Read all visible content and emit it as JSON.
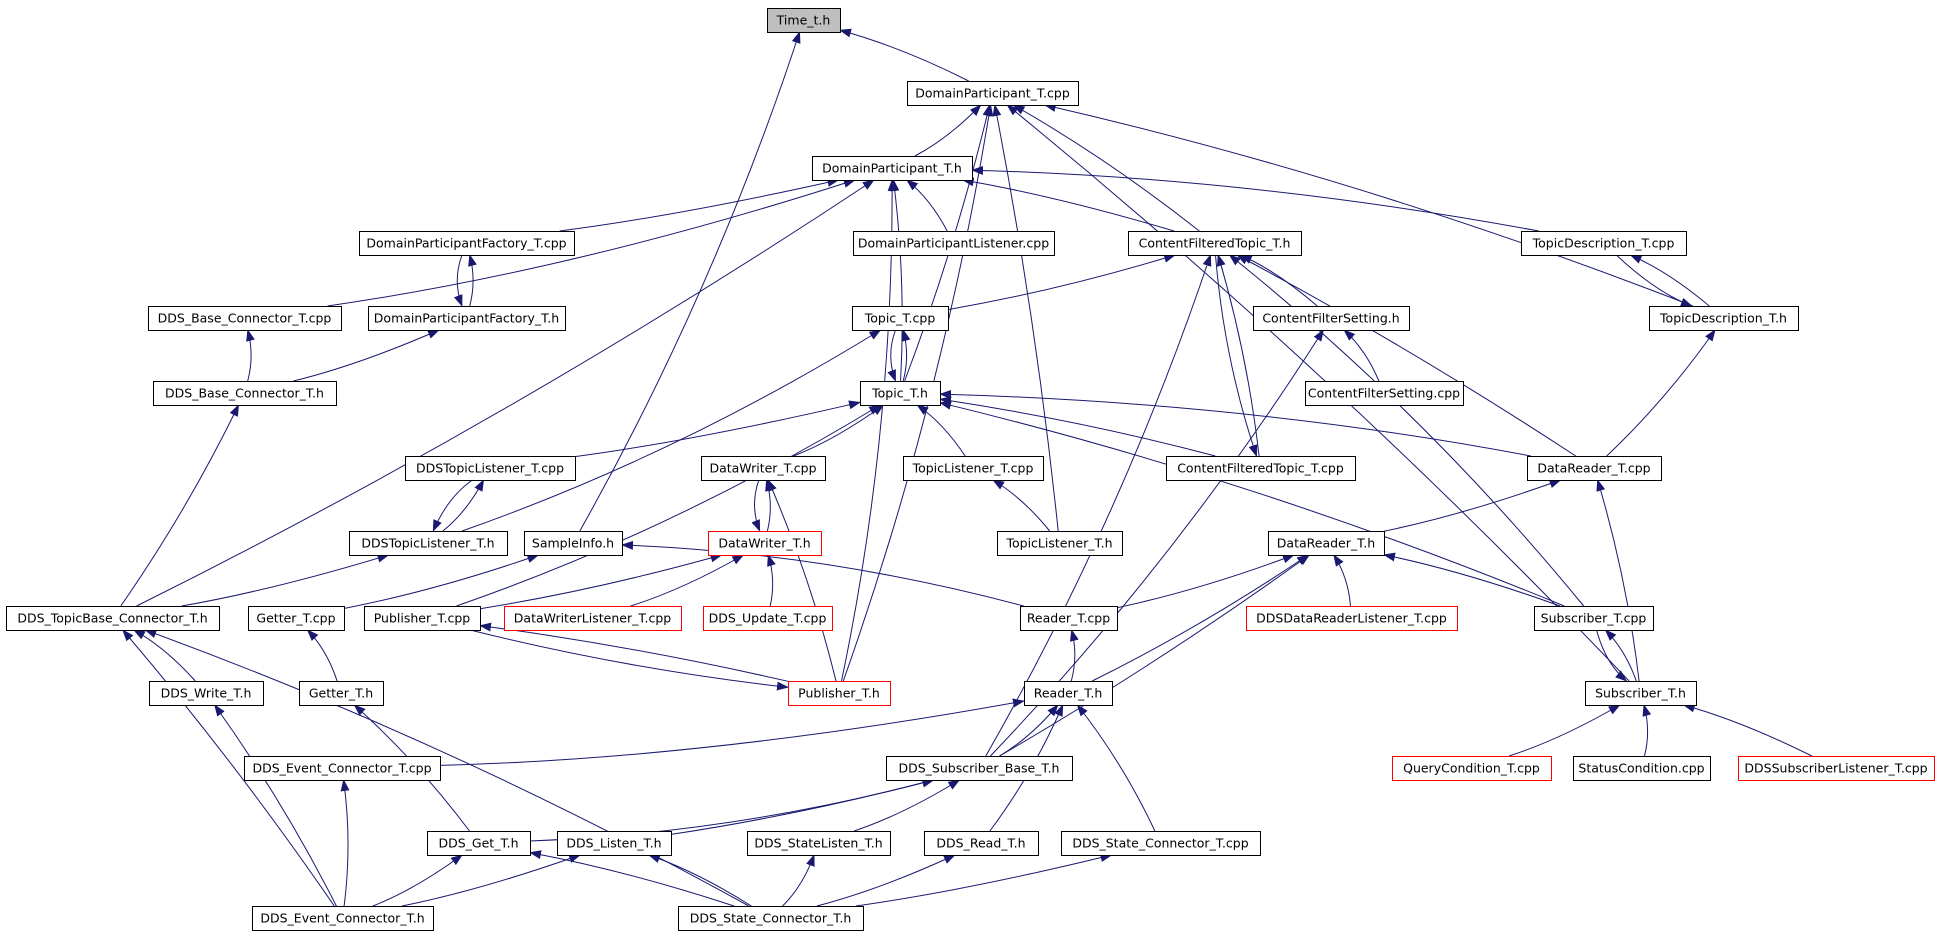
{
  "colors": {
    "edge": "#191970",
    "border_default": "#000000",
    "border_truncated": "#ff0000",
    "fill_default": "#ffffff",
    "fill_highlight": "#bfbfbf",
    "text": "#000000"
  },
  "nodes": [
    {
      "id": "time_t_h",
      "label": "Time_t.h",
      "style": "highlight"
    },
    {
      "id": "dp_t_cpp",
      "label": "DomainParticipant_T.cpp",
      "style": "default"
    },
    {
      "id": "dp_t_h",
      "label": "DomainParticipant_T.h",
      "style": "default"
    },
    {
      "id": "dpf_t_cpp",
      "label": "DomainParticipantFactory_T.cpp",
      "style": "default"
    },
    {
      "id": "dpl_cpp",
      "label": "DomainParticipantListener.cpp",
      "style": "default"
    },
    {
      "id": "cft_t_h",
      "label": "ContentFilteredTopic_T.h",
      "style": "default"
    },
    {
      "id": "td_t_cpp",
      "label": "TopicDescription_T.cpp",
      "style": "default"
    },
    {
      "id": "dds_base_conn_t_cpp",
      "label": "DDS_Base_Connector_T.cpp",
      "style": "default"
    },
    {
      "id": "dpf_t_h",
      "label": "DomainParticipantFactory_T.h",
      "style": "default"
    },
    {
      "id": "topic_t_cpp",
      "label": "Topic_T.cpp",
      "style": "default"
    },
    {
      "id": "cfs_h",
      "label": "ContentFilterSetting.h",
      "style": "default"
    },
    {
      "id": "td_t_h",
      "label": "TopicDescription_T.h",
      "style": "default"
    },
    {
      "id": "dds_base_conn_t_h",
      "label": "DDS_Base_Connector_T.h",
      "style": "default"
    },
    {
      "id": "topic_t_h",
      "label": "Topic_T.h",
      "style": "default"
    },
    {
      "id": "cfs_cpp",
      "label": "ContentFilterSetting.cpp",
      "style": "default"
    },
    {
      "id": "ddstl_t_cpp",
      "label": "DDSTopicListener_T.cpp",
      "style": "default"
    },
    {
      "id": "dw_t_cpp",
      "label": "DataWriter_T.cpp",
      "style": "default"
    },
    {
      "id": "tl_t_cpp",
      "label": "TopicListener_T.cpp",
      "style": "default"
    },
    {
      "id": "cft_t_cpp",
      "label": "ContentFilteredTopic_T.cpp",
      "style": "default"
    },
    {
      "id": "dr_t_cpp",
      "label": "DataReader_T.cpp",
      "style": "default"
    },
    {
      "id": "ddstl_t_h",
      "label": "DDSTopicListener_T.h",
      "style": "default"
    },
    {
      "id": "si_h",
      "label": "SampleInfo.h",
      "style": "default"
    },
    {
      "id": "dw_t_h",
      "label": "DataWriter_T.h",
      "style": "truncated"
    },
    {
      "id": "tl_t_h",
      "label": "TopicListener_T.h",
      "style": "default"
    },
    {
      "id": "dr_t_h",
      "label": "DataReader_T.h",
      "style": "default"
    },
    {
      "id": "dds_tb_conn_t_h",
      "label": "DDS_TopicBase_Connector_T.h",
      "style": "default"
    },
    {
      "id": "getter_t_cpp",
      "label": "Getter_T.cpp",
      "style": "default"
    },
    {
      "id": "pub_t_cpp",
      "label": "Publisher_T.cpp",
      "style": "default"
    },
    {
      "id": "dwl_t_cpp",
      "label": "DataWriterListener_T.cpp",
      "style": "truncated"
    },
    {
      "id": "dds_update_t_cpp",
      "label": "DDS_Update_T.cpp",
      "style": "truncated"
    },
    {
      "id": "reader_t_cpp",
      "label": "Reader_T.cpp",
      "style": "default"
    },
    {
      "id": "ddsdrl_t_cpp",
      "label": "DDSDataReaderListener_T.cpp",
      "style": "truncated"
    },
    {
      "id": "sub_t_cpp",
      "label": "Subscriber_T.cpp",
      "style": "default"
    },
    {
      "id": "dds_write_t_h",
      "label": "DDS_Write_T.h",
      "style": "default"
    },
    {
      "id": "getter_t_h",
      "label": "Getter_T.h",
      "style": "default"
    },
    {
      "id": "pub_t_h",
      "label": "Publisher_T.h",
      "style": "truncated"
    },
    {
      "id": "reader_t_h",
      "label": "Reader_T.h",
      "style": "default"
    },
    {
      "id": "sub_t_h",
      "label": "Subscriber_T.h",
      "style": "default"
    },
    {
      "id": "dds_event_conn_t_cpp",
      "label": "DDS_Event_Connector_T.cpp",
      "style": "default"
    },
    {
      "id": "dds_sub_base_t_h",
      "label": "DDS_Subscriber_Base_T.h",
      "style": "default"
    },
    {
      "id": "qc_t_cpp",
      "label": "QueryCondition_T.cpp",
      "style": "truncated"
    },
    {
      "id": "sc_cpp",
      "label": "StatusCondition.cpp",
      "style": "default"
    },
    {
      "id": "ddssl_t_cpp",
      "label": "DDSSubscriberListener_T.cpp",
      "style": "truncated"
    },
    {
      "id": "dds_get_t_h",
      "label": "DDS_Get_T.h",
      "style": "default"
    },
    {
      "id": "dds_listen_t_h",
      "label": "DDS_Listen_T.h",
      "style": "default"
    },
    {
      "id": "dds_statelisten_t_h",
      "label": "DDS_StateListen_T.h",
      "style": "default"
    },
    {
      "id": "dds_read_t_h",
      "label": "DDS_Read_T.h",
      "style": "default"
    },
    {
      "id": "dds_state_conn_t_cpp",
      "label": "DDS_State_Connector_T.cpp",
      "style": "default"
    },
    {
      "id": "dds_event_conn_t_h",
      "label": "DDS_Event_Connector_T.h",
      "style": "default"
    },
    {
      "id": "dds_state_conn_t_h",
      "label": "DDS_State_Connector_T.h",
      "style": "default"
    }
  ],
  "edges": [
    [
      "dp_t_cpp",
      "time_t_h"
    ],
    [
      "si_h",
      "time_t_h"
    ],
    [
      "dp_t_h",
      "dp_t_cpp"
    ],
    [
      "topic_t_h",
      "dp_t_cpp"
    ],
    [
      "pub_t_h",
      "dp_t_cpp"
    ],
    [
      "cft_t_h",
      "dp_t_cpp"
    ],
    [
      "tl_t_h",
      "dp_t_cpp"
    ],
    [
      "td_t_h",
      "dp_t_cpp"
    ],
    [
      "sub_t_h",
      "dp_t_cpp"
    ],
    [
      "dds_base_conn_t_cpp",
      "dp_t_h"
    ],
    [
      "dpf_t_cpp",
      "dp_t_h"
    ],
    [
      "dpl_cpp",
      "dp_t_h"
    ],
    [
      "cft_t_h",
      "dp_t_h"
    ],
    [
      "td_t_cpp",
      "dp_t_h"
    ],
    [
      "topic_t_h",
      "dp_t_h"
    ],
    [
      "pub_t_h",
      "dp_t_h"
    ],
    [
      "dds_tb_conn_t_h",
      "dp_t_h"
    ],
    [
      "dpf_t_h",
      "dpf_t_cpp"
    ],
    [
      "dpf_t_cpp",
      "dpf_t_h"
    ],
    [
      "dds_base_conn_t_h",
      "dpf_t_h"
    ],
    [
      "dds_base_conn_t_h",
      "dds_base_conn_t_cpp"
    ],
    [
      "dds_tb_conn_t_h",
      "dds_base_conn_t_h"
    ],
    [
      "topic_t_cpp",
      "cft_t_h"
    ],
    [
      "cfs_h",
      "cft_t_h"
    ],
    [
      "cft_t_cpp",
      "cft_t_h"
    ],
    [
      "dr_t_cpp",
      "cft_t_h"
    ],
    [
      "sub_t_cpp",
      "cft_t_h"
    ],
    [
      "dds_sub_base_t_h",
      "cft_t_h"
    ],
    [
      "cft_t_h",
      "cft_t_cpp"
    ],
    [
      "cfs_cpp",
      "cfs_h"
    ],
    [
      "dds_sub_base_t_h",
      "cfs_h"
    ],
    [
      "td_t_h",
      "td_t_cpp"
    ],
    [
      "td_t_cpp",
      "td_t_h"
    ],
    [
      "dr_t_cpp",
      "td_t_h"
    ],
    [
      "topic_t_h",
      "topic_t_cpp"
    ],
    [
      "topic_t_cpp",
      "topic_t_h"
    ],
    [
      "ddstl_t_h",
      "topic_t_cpp"
    ],
    [
      "ddstl_t_cpp",
      "topic_t_h"
    ],
    [
      "dw_t_cpp",
      "topic_t_h"
    ],
    [
      "tl_t_cpp",
      "topic_t_h"
    ],
    [
      "cft_t_cpp",
      "topic_t_h"
    ],
    [
      "dr_t_cpp",
      "topic_t_h"
    ],
    [
      "sub_t_cpp",
      "topic_t_h"
    ],
    [
      "pub_t_cpp",
      "topic_t_h"
    ],
    [
      "ddstl_t_h",
      "ddstl_t_cpp"
    ],
    [
      "ddstl_t_cpp",
      "ddstl_t_h"
    ],
    [
      "dds_tb_conn_t_h",
      "ddstl_t_h"
    ],
    [
      "dw_t_h",
      "dw_t_cpp"
    ],
    [
      "dw_t_cpp",
      "dw_t_h"
    ],
    [
      "pub_t_h",
      "dw_t_cpp"
    ],
    [
      "tl_t_h",
      "tl_t_cpp"
    ],
    [
      "dr_t_h",
      "dr_t_cpp"
    ],
    [
      "sub_t_h",
      "dr_t_cpp"
    ],
    [
      "getter_t_cpp",
      "si_h"
    ],
    [
      "reader_t_cpp",
      "si_h"
    ],
    [
      "pub_t_cpp",
      "dw_t_h"
    ],
    [
      "dwl_t_cpp",
      "dw_t_h"
    ],
    [
      "dds_update_t_cpp",
      "dw_t_h"
    ],
    [
      "reader_t_cpp",
      "dr_t_h"
    ],
    [
      "ddsdrl_t_cpp",
      "dr_t_h"
    ],
    [
      "sub_t_cpp",
      "dr_t_h"
    ],
    [
      "reader_t_h",
      "dr_t_h"
    ],
    [
      "dds_sub_base_t_h",
      "dr_t_h"
    ],
    [
      "dds_write_t_h",
      "dds_tb_conn_t_h"
    ],
    [
      "dds_event_conn_t_h",
      "dds_tb_conn_t_h"
    ],
    [
      "dds_state_conn_t_h",
      "dds_tb_conn_t_h"
    ],
    [
      "getter_t_h",
      "getter_t_cpp"
    ],
    [
      "pub_t_h",
      "pub_t_cpp"
    ],
    [
      "pub_t_cpp",
      "pub_t_h"
    ],
    [
      "reader_t_h",
      "reader_t_cpp"
    ],
    [
      "sub_t_h",
      "sub_t_cpp"
    ],
    [
      "sub_t_cpp",
      "sub_t_h"
    ],
    [
      "dds_event_conn_t_h",
      "dds_write_t_h"
    ],
    [
      "dds_get_t_h",
      "getter_t_h"
    ],
    [
      "dds_event_conn_t_cpp",
      "reader_t_h"
    ],
    [
      "dds_sub_base_t_h",
      "reader_t_h"
    ],
    [
      "dds_state_conn_t_cpp",
      "reader_t_h"
    ],
    [
      "dds_read_t_h",
      "reader_t_h"
    ],
    [
      "qc_t_cpp",
      "sub_t_h"
    ],
    [
      "sc_cpp",
      "sub_t_h"
    ],
    [
      "ddssl_t_cpp",
      "sub_t_h"
    ],
    [
      "dds_event_conn_t_h",
      "dds_event_conn_t_cpp"
    ],
    [
      "dds_get_t_h",
      "dds_sub_base_t_h"
    ],
    [
      "dds_listen_t_h",
      "dds_sub_base_t_h"
    ],
    [
      "dds_statelisten_t_h",
      "dds_sub_base_t_h"
    ],
    [
      "dds_event_conn_t_h",
      "dds_get_t_h"
    ],
    [
      "dds_state_conn_t_h",
      "dds_get_t_h"
    ],
    [
      "dds_event_conn_t_h",
      "dds_listen_t_h"
    ],
    [
      "dds_state_conn_t_h",
      "dds_listen_t_h"
    ],
    [
      "dds_state_conn_t_h",
      "dds_statelisten_t_h"
    ],
    [
      "dds_state_conn_t_h",
      "dds_read_t_h"
    ],
    [
      "dds_state_conn_t_h",
      "dds_state_conn_t_cpp"
    ]
  ]
}
